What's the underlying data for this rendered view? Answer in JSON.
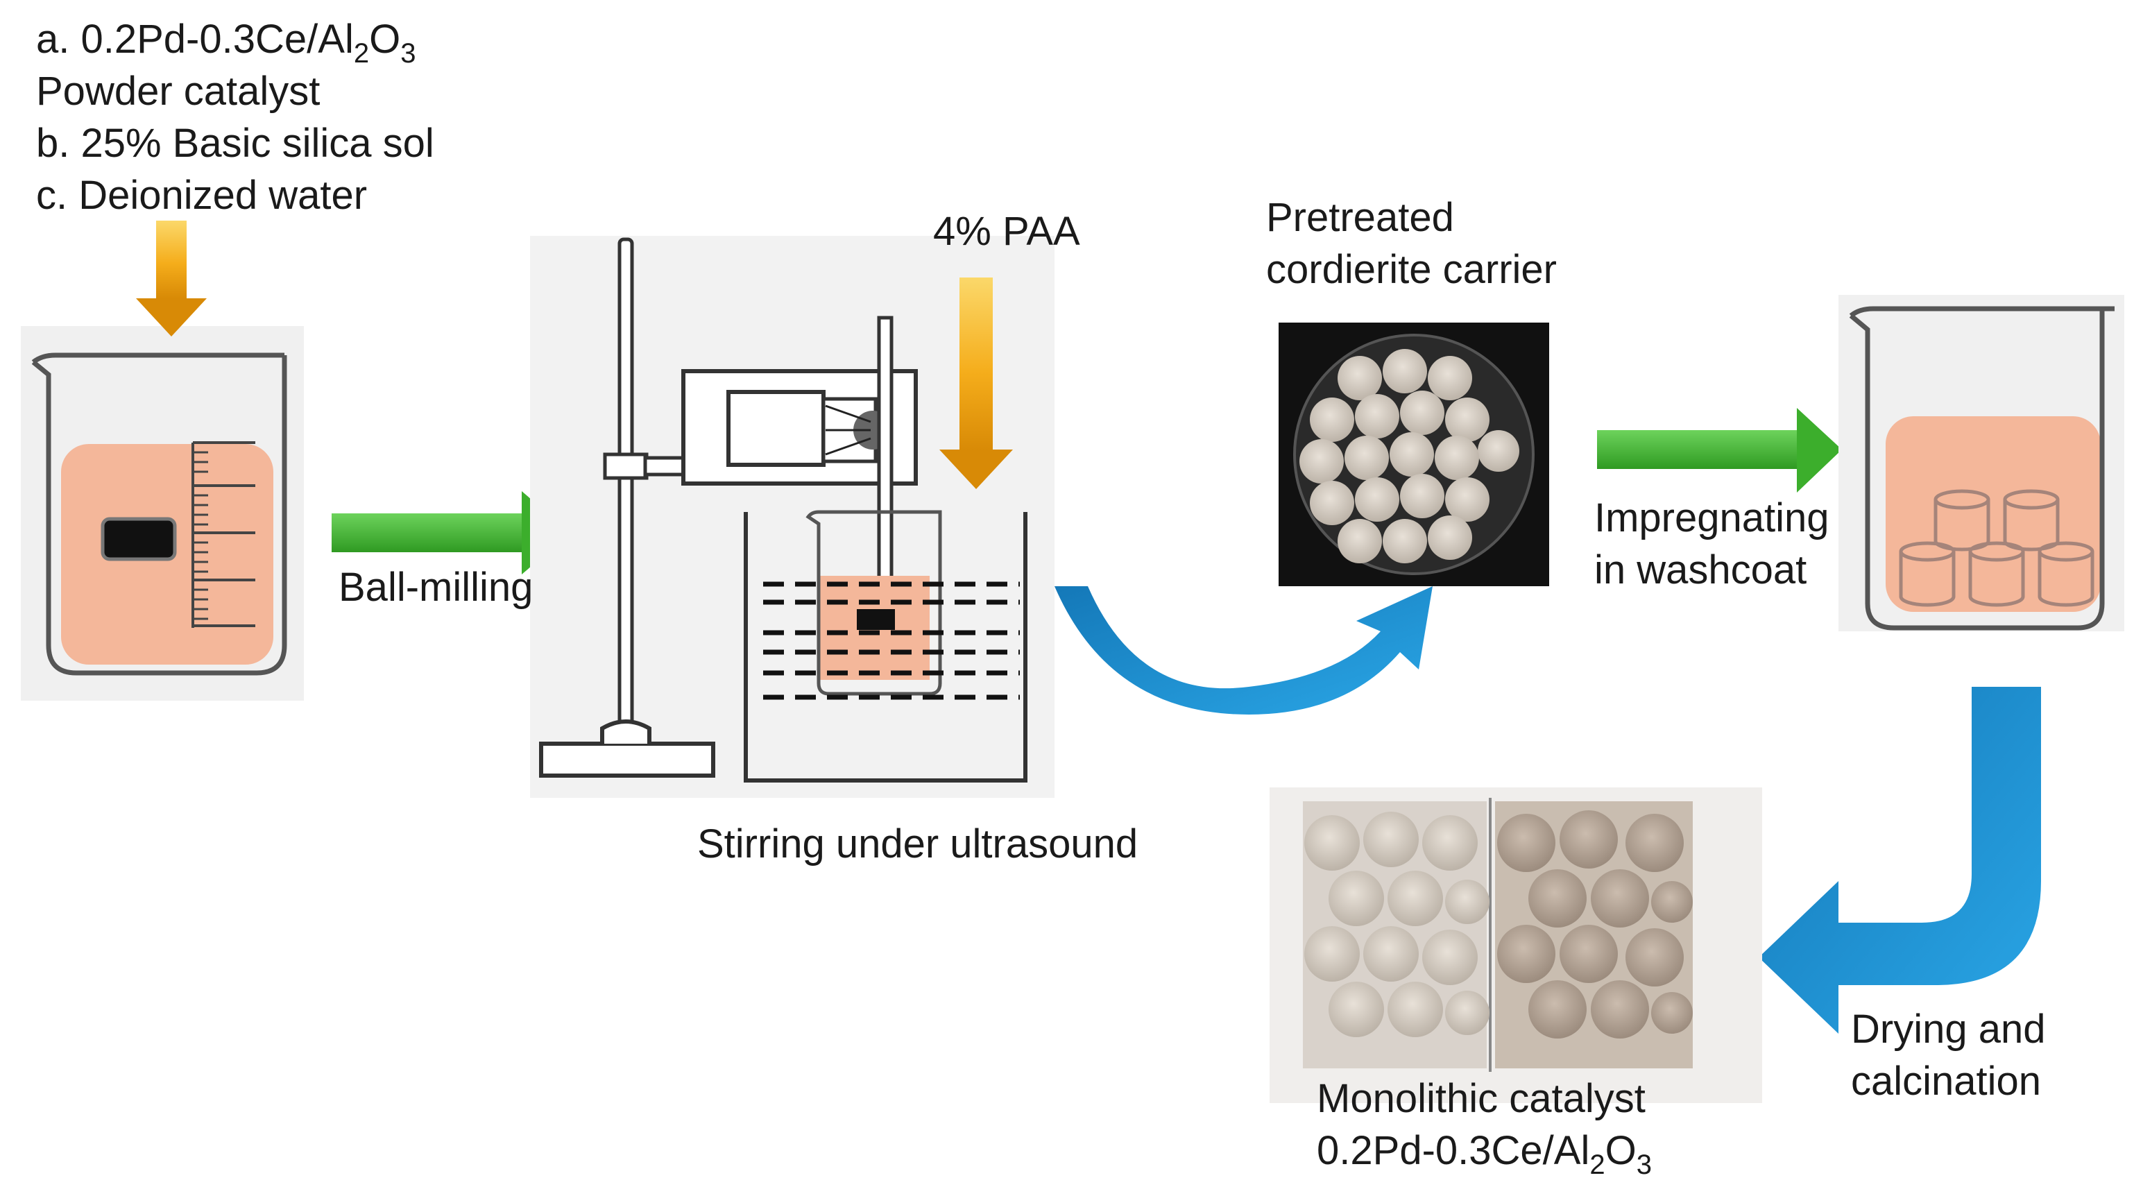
{
  "materials": {
    "a_prefix": "a. 0.2Pd-0.3Ce/Al",
    "a_sub1": "2",
    "a_mid": "O",
    "a_sub2": "3",
    "line2": "Powder catalyst",
    "line3": "b. 25% Basic silica sol",
    "line4": "c. Deionized water"
  },
  "steps": {
    "ball_milling": "Ball-milling",
    "paa": "4% PAA",
    "stirring": "Stirring under ultrasound",
    "pretreated_line1": "Pretreated",
    "pretreated_line2": "cordierite carrier",
    "impregnating_line1": "Impregnating",
    "impregnating_line2": "in washcoat",
    "drying_line1": "Drying and",
    "drying_line2": "calcination",
    "monolithic_line1": "Monolithic catalyst",
    "mono_prefix": "0.2Pd-0.3Ce/Al",
    "mono_sub1": "2",
    "mono_mid": "O",
    "mono_sub2": "3"
  },
  "colors": {
    "green_arrow": "#3cae2c",
    "yellow_arrow": "#f0a30a",
    "blue_arrow": "#1c8fd0",
    "slurry": "#f4b79a"
  }
}
